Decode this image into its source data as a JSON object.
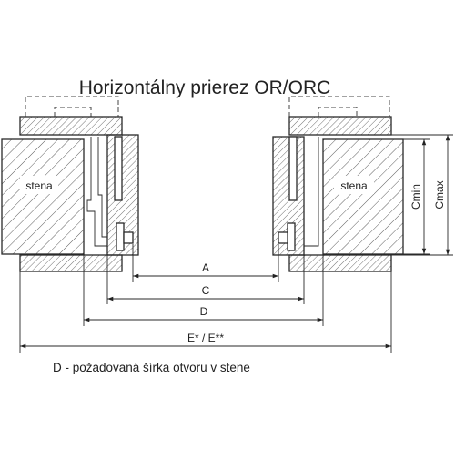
{
  "diagram": {
    "title": "Horizontálny prierez OR/ORC",
    "wall_label_left": "stena",
    "wall_label_right": "stena",
    "dimensions": {
      "a": "A",
      "c": "C",
      "d": "D",
      "e": "E* / E**",
      "cmin": "Cmin",
      "cmax": "Cmax"
    },
    "note": "D - požadovaná šírka otvoru v stene"
  }
}
